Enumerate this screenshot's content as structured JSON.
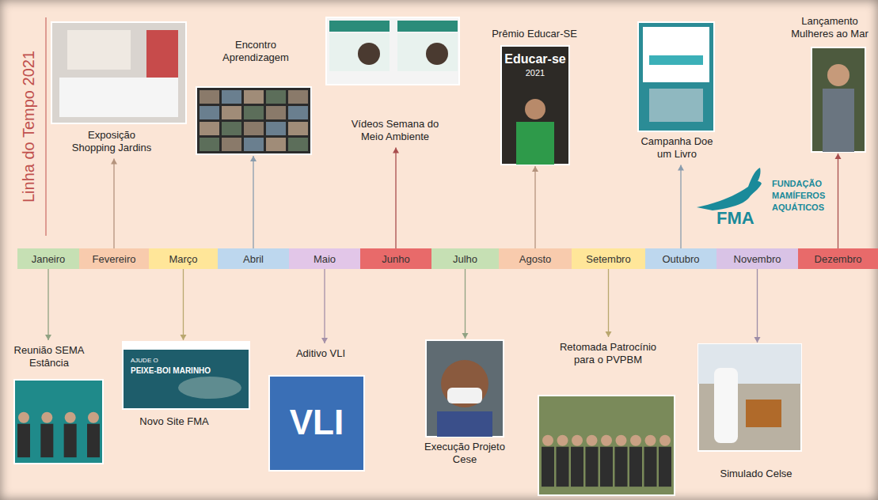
{
  "diagram": {
    "title": "Linha do Tempo 2021",
    "nodes": [
      {
        "text": [
          "Janeiro"
        ]
      },
      {
        "text": [
          "Fevereiro"
        ]
      },
      {
        "text": [
          "Março"
        ]
      },
      {
        "text": [
          "Abril"
        ]
      },
      {
        "text": [
          "Maio"
        ]
      },
      {
        "text": [
          "Junho"
        ]
      },
      {
        "text": [
          "Julho"
        ]
      },
      {
        "text": [
          "Agosto"
        ]
      },
      {
        "text": [
          "Setembro"
        ]
      },
      {
        "text": [
          "Outubro"
        ]
      },
      {
        "text": [
          "Novembro"
        ]
      },
      {
        "text": [
          "Dezembro"
        ]
      },
      {
        "text": [
          "Exposição Shopping Jardins"
        ]
      },
      {
        "text": [
          "Encontro Aprendizagem"
        ]
      },
      {
        "text": [
          "Vídeos Semana do Meio Ambiente"
        ]
      },
      {
        "text": [
          "Prêmio Educar-SE"
        ]
      },
      {
        "text": [
          "Campanha Doe um Livro"
        ]
      },
      {
        "text": [
          "Lançamento Mulheres ao Mar"
        ]
      },
      {
        "text": [
          "Reunião SEMA Estância"
        ]
      },
      {
        "text": [
          "Novo Site FMA"
        ]
      },
      {
        "text": [
          "Aditivo VLI"
        ]
      },
      {
        "text": [
          "Execução Projeto Cese"
        ]
      },
      {
        "text": [
          "Retomada Patrocínio para o PVPBM"
        ]
      },
      {
        "text": [
          "Simulado Celse"
        ]
      }
    ],
    "edges": [
      {
        "from": 1,
        "to": 12,
        "arrow": "to"
      },
      {
        "from": 3,
        "to": 13,
        "arrow": "to"
      },
      {
        "from": 5,
        "to": 14,
        "arrow": "to"
      },
      {
        "from": 7,
        "to": 15,
        "arrow": "to"
      },
      {
        "from": 9,
        "to": 16,
        "arrow": "to"
      },
      {
        "from": 11,
        "to": 17,
        "arrow": "to"
      },
      {
        "from": 0,
        "to": 18,
        "arrow": "to"
      },
      {
        "from": 2,
        "to": 19,
        "arrow": "to"
      },
      {
        "from": 4,
        "to": 20,
        "arrow": "to"
      },
      {
        "from": 6,
        "to": 21,
        "arrow": "to"
      },
      {
        "from": 8,
        "to": 22,
        "arrow": "to"
      },
      {
        "from": 10,
        "to": 23,
        "arrow": "to"
      }
    ],
    "labels": [
      "FMA",
      "FUNDAÇÃO",
      "MAMÍFEROS",
      "AQUÁTICOS",
      "VLI",
      "Educar-se",
      "2021",
      "AJUDE O",
      "PEIXE-BOI MARINHO"
    ]
  }
}
